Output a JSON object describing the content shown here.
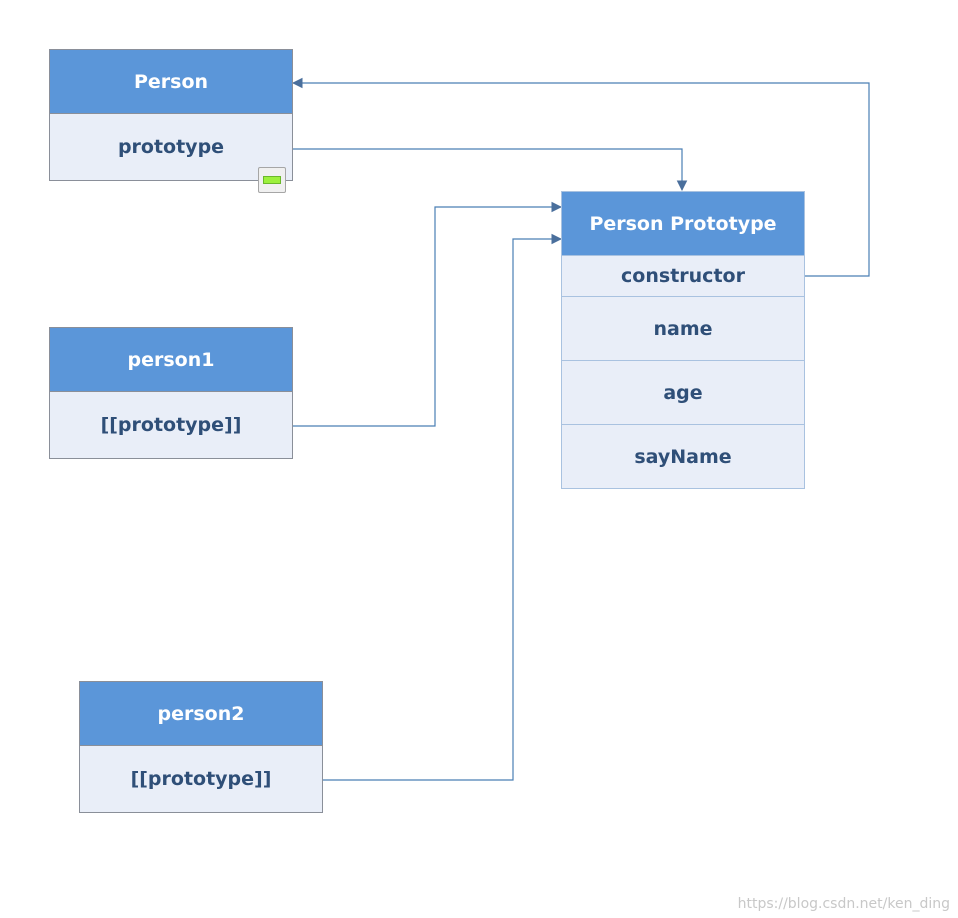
{
  "person": {
    "title": "Person",
    "field": "prototype"
  },
  "person1": {
    "title": "person1",
    "field": "[[prototype]]"
  },
  "person2": {
    "title": "person2",
    "field": "[[prototype]]"
  },
  "proto": {
    "title": "Person Prototype",
    "fields": [
      "constructor",
      "name",
      "age",
      "sayName"
    ]
  },
  "watermark": "https://blog.csdn.net/ken_ding",
  "colors": {
    "header": "#5b96d9",
    "row": "#e9eef8",
    "text": "#2f4f78",
    "connector": "#4a7fb5"
  }
}
